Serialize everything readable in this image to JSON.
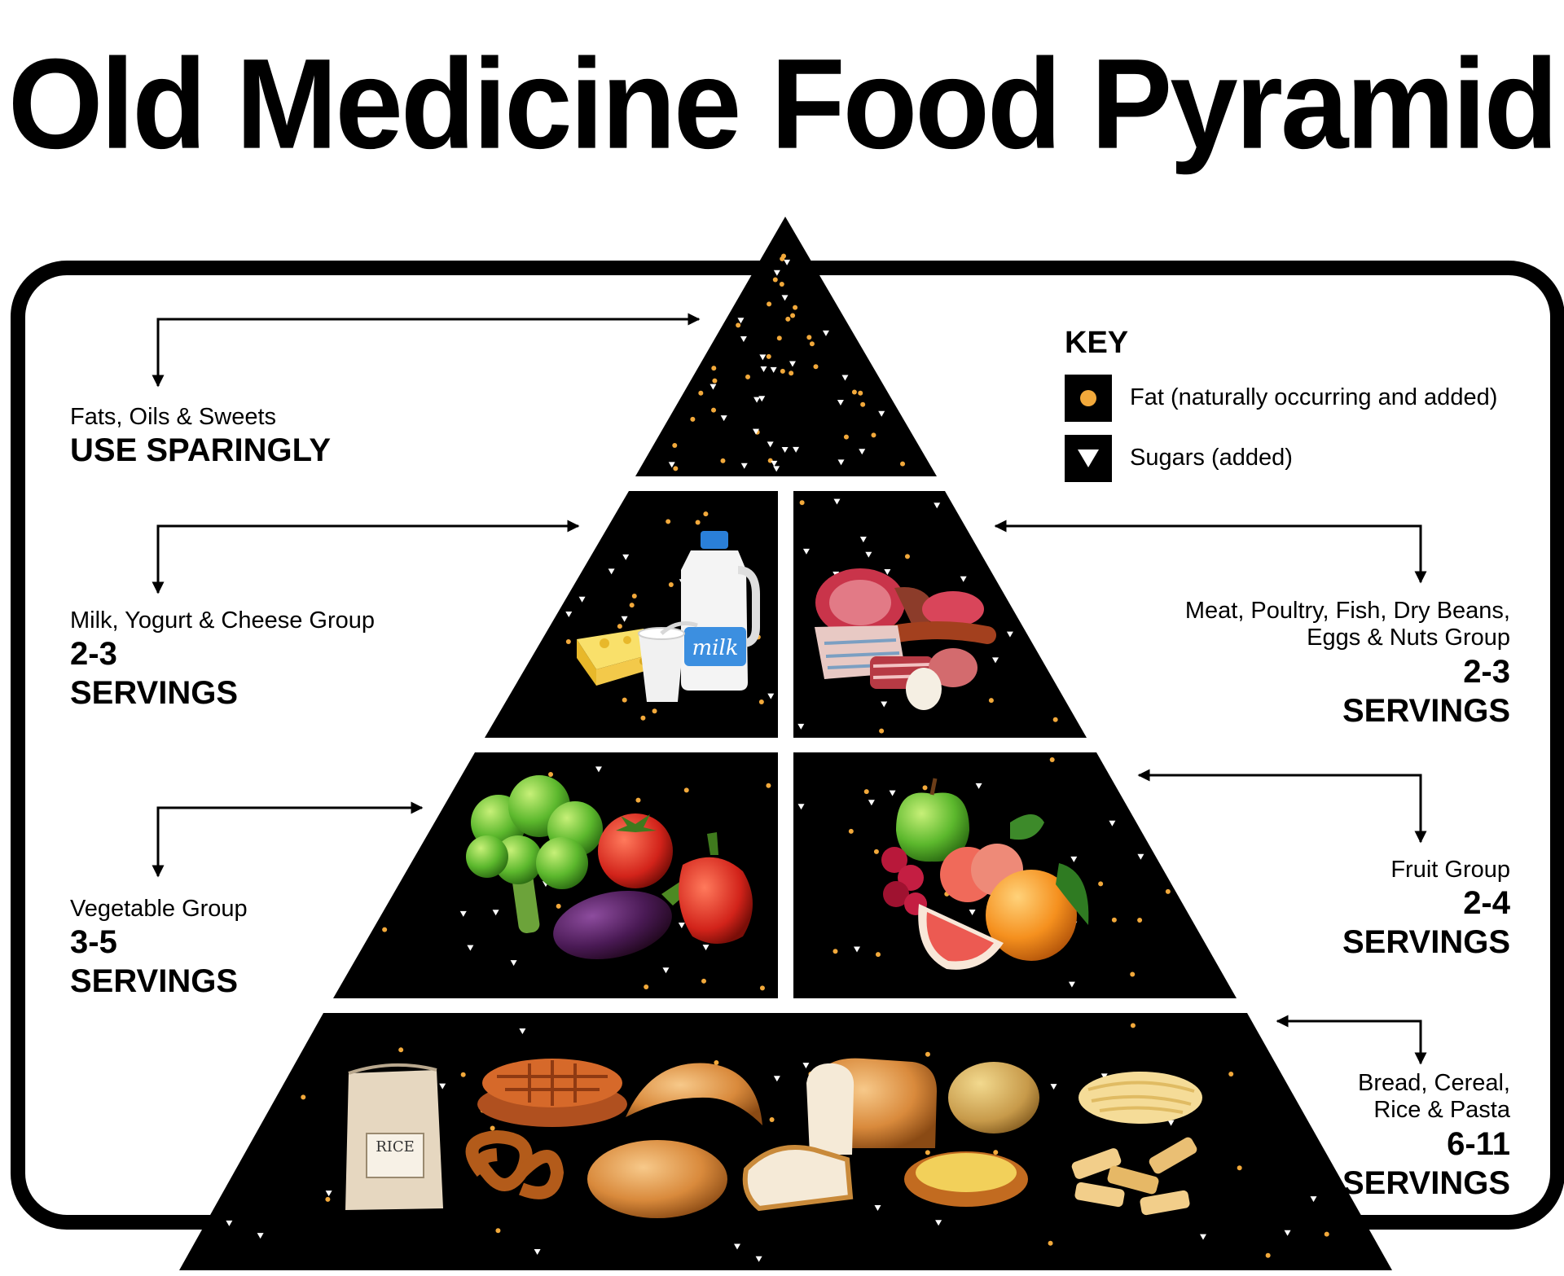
{
  "title": "Old Medicine Food Pyramid",
  "key": {
    "title": "KEY",
    "fat_label": "Fat (naturally occurring and added)",
    "sugar_label": "Sugars (added)"
  },
  "groups": {
    "fats": {
      "name": "Fats, Oils & Sweets",
      "servings": "USE SPARINGLY"
    },
    "milk": {
      "name": "Milk, Yogurt & Cheese Group",
      "count": "2-3",
      "unit": "SERVINGS"
    },
    "meat": {
      "name_line1": "Meat, Poultry, Fish, Dry Beans,",
      "name_line2": "Eggs & Nuts Group",
      "count": "2-3",
      "unit": "SERVINGS"
    },
    "vegetable": {
      "name": "Vegetable Group",
      "count": "3-5",
      "unit": "SERVINGS"
    },
    "fruit": {
      "name": "Fruit Group",
      "count": "2-4",
      "unit": "SERVINGS"
    },
    "grain": {
      "name_line1": "Bread, Cereal,",
      "name_line2": "Rice & Pasta",
      "count": "6-11",
      "unit": "SERVINGS"
    }
  },
  "food_images": {
    "milk_tier": [
      "cheese-wedge",
      "milk-jug",
      "yogurt-cup"
    ],
    "milk_jug_label": "milk",
    "meat_tier": [
      "ham-leg",
      "salami",
      "sausage",
      "fish-fillet",
      "bacon",
      "egg"
    ],
    "vegetable_tier": [
      "broccoli",
      "tomato",
      "red-pepper",
      "eggplant"
    ],
    "fruit_tier": [
      "green-apple",
      "peach",
      "raspberries",
      "orange",
      "grapefruit-slice"
    ],
    "grain_tier": [
      "rice-bag",
      "waffles",
      "croissant",
      "bread-loaf",
      "potato",
      "noodles",
      "pretzel",
      "round-bread",
      "bread-slice",
      "garlic-bread",
      "penne-pasta"
    ],
    "rice_bag_label": "RICE"
  },
  "colors": {
    "tier_fill": "#000000",
    "fat_dot": "#f2a93b",
    "sugar_triangle": "#ffffff",
    "frame": "#000000"
  }
}
